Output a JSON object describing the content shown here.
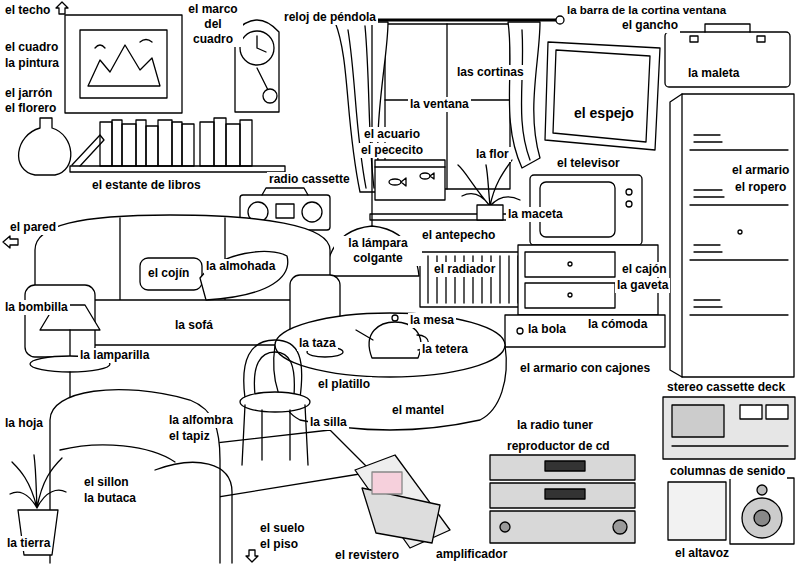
{
  "diagram": {
    "labels": [
      "el techo",
      "el marco del cuadro",
      "reloj de péndola",
      "la barra de la cortina ventana",
      "el gancho",
      "el cuadro",
      "la pintura",
      "el jarrón",
      "el florero",
      "las cortinas",
      "la ventana",
      "el espejo",
      "la maleta",
      "el acuario",
      "el pececito",
      "la flor",
      "el televisor",
      "el estante de libros",
      "radio cassette",
      "el armario",
      "el ropero",
      "la maceta",
      "el pared",
      "la lámpara colgante",
      "el antepecho",
      "el radiador",
      "el cojín",
      "la almohada",
      "el cajón",
      "la gaveta",
      "la bombilla",
      "la sofá",
      "la mesa",
      "la bola",
      "la cómoda",
      "la taza",
      "la tetera",
      "la lamparilla",
      "el platillo",
      "el armario con cajones",
      "stereo cassette deck",
      "la hoja",
      "la alfombra",
      "el tapiz",
      "la silla",
      "el mantel",
      "la radio tuner",
      "reproductor de cd",
      "columnas de senido",
      "el sillon",
      "la butaca",
      "el suelo",
      "el piso",
      "el revistero",
      "amplificador",
      "el altavoz",
      "la tierra"
    ]
  }
}
